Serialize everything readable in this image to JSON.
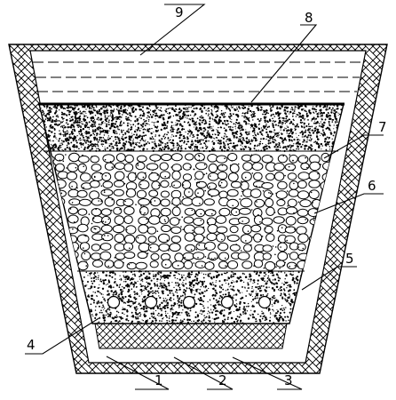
{
  "figure": {
    "background": "#ffffff",
    "ink": "#000000",
    "layers": [
      {
        "id": "1",
        "name": "outer-brick-wall"
      },
      {
        "id": "2",
        "name": "base-hatched-layer"
      },
      {
        "id": "3",
        "name": "bottom-hatched-layer"
      },
      {
        "id": "4",
        "name": "pipe-row"
      },
      {
        "id": "5",
        "name": "speckled-lower-layer"
      },
      {
        "id": "6",
        "name": "pebble-layer"
      },
      {
        "id": "7",
        "name": "speckled-upper-layer"
      },
      {
        "id": "8",
        "name": "top-thick-line"
      },
      {
        "id": "9",
        "name": "water-layer"
      }
    ],
    "labels": {
      "l1": "1",
      "l2": "2",
      "l3": "3",
      "l4": "4",
      "l5": "5",
      "l6": "6",
      "l7": "7",
      "l8": "8",
      "l9": "9"
    }
  }
}
